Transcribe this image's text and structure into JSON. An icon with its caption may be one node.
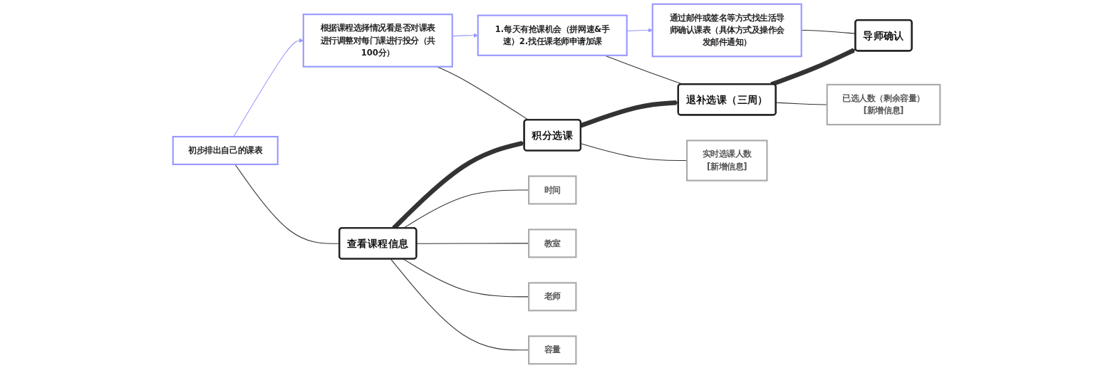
{
  "diagram": {
    "nodes": [
      {
        "text": [
          "初步排出自己的课表"
        ]
      },
      {
        "text": [
          "根据课程选择情况看是否对课表进行调整对每门课进行投分（共100分）"
        ]
      },
      {
        "text": [
          "1.每天有抢课机会（拼网速&手速）2.找任课老师申请加课"
        ]
      },
      {
        "text": [
          "通过邮件或签名等方式找生活导师确认课表（具体方式及操作会发邮件通知）"
        ]
      },
      {
        "text": [
          "查看课程信息"
        ]
      },
      {
        "text": [
          "积分选课"
        ]
      },
      {
        "text": [
          "退补选课（三周）"
        ]
      },
      {
        "text": [
          "导师确认"
        ]
      },
      {
        "text": [
          "时间"
        ]
      },
      {
        "text": [
          "教室"
        ]
      },
      {
        "text": [
          "老师"
        ]
      },
      {
        "text": [
          "容量"
        ]
      },
      {
        "text": [
          "实时选课人数",
          "[新增信息]"
        ]
      },
      {
        "text": [
          "已选人数（剩余容量）",
          "[新增信息]"
        ]
      }
    ],
    "edges": [
      {
        "from": 0,
        "to": 1,
        "arrow": "to",
        "color": "#9999ff"
      },
      {
        "from": 1,
        "to": 2,
        "arrow": "to",
        "color": "#9999ff"
      },
      {
        "from": 2,
        "to": 3,
        "arrow": "to",
        "color": "#9999ff"
      },
      {
        "from": 0,
        "to": 4,
        "arrow": "none"
      },
      {
        "from": 1,
        "to": 5,
        "arrow": "none"
      },
      {
        "from": 2,
        "to": 6,
        "arrow": "none"
      },
      {
        "from": 3,
        "to": 7,
        "arrow": "none"
      },
      {
        "from": 4,
        "to": 5,
        "arrow": "to",
        "style": "thick"
      },
      {
        "from": 5,
        "to": 6,
        "arrow": "to",
        "style": "thick"
      },
      {
        "from": 6,
        "to": 7,
        "arrow": "to",
        "style": "thick"
      },
      {
        "from": 4,
        "to": 8,
        "arrow": "none"
      },
      {
        "from": 4,
        "to": 9,
        "arrow": "none"
      },
      {
        "from": 4,
        "to": 10,
        "arrow": "none"
      },
      {
        "from": 4,
        "to": 11,
        "arrow": "none"
      },
      {
        "from": 5,
        "to": 12,
        "arrow": "none"
      },
      {
        "from": 6,
        "to": 13,
        "arrow": "none"
      }
    ]
  }
}
